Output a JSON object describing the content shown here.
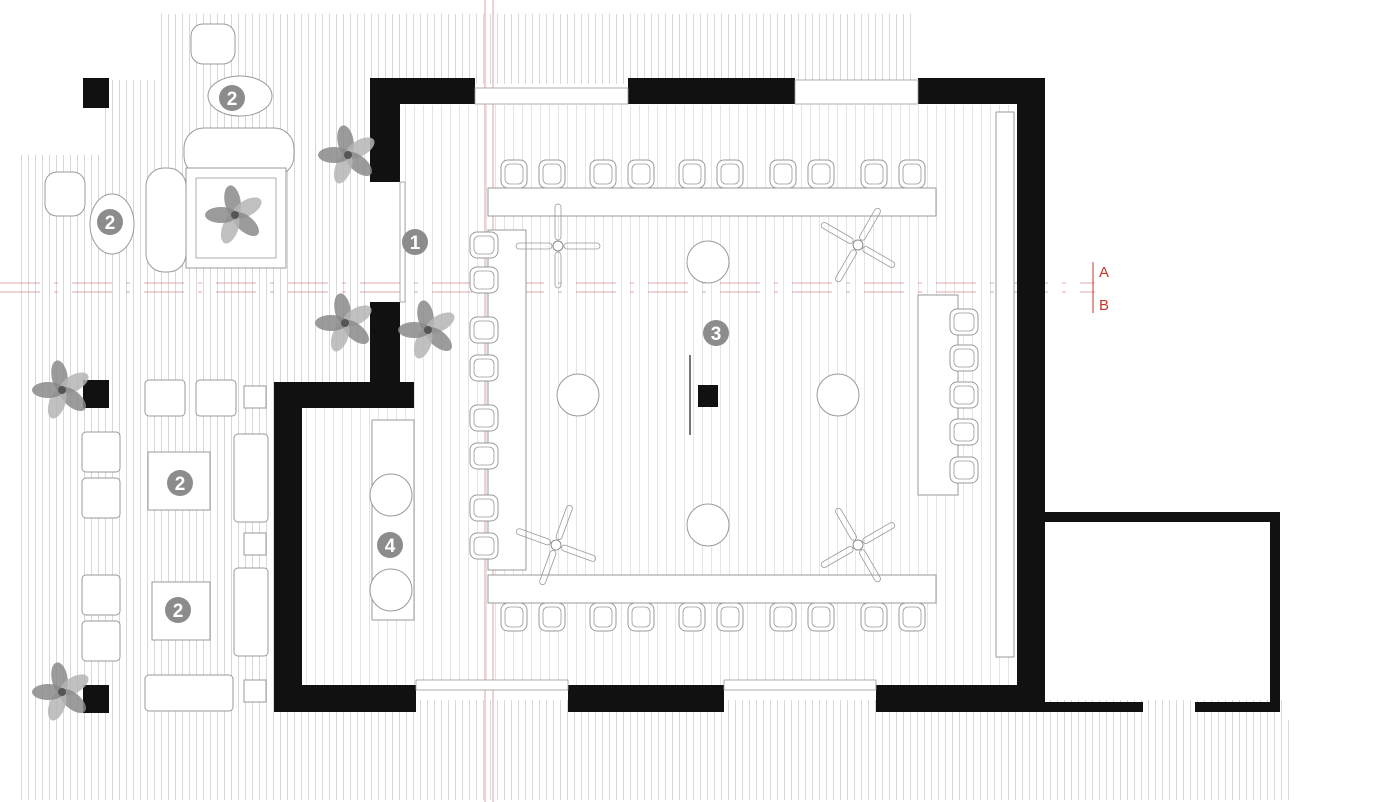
{
  "markers": {
    "entrance": "1",
    "lounge": "2",
    "dining_hall": "3",
    "bar": "4"
  },
  "section_labels": {
    "a": "A",
    "b": "B"
  },
  "colors": {
    "wall": "#111111",
    "marker": "#8c8c8c",
    "axis": "#d98a8a",
    "section_label": "#c0392b",
    "furniture_stroke": "#9a9a9a"
  },
  "icons": [
    "plant-icon",
    "ceiling-fan-icon",
    "armchair-icon",
    "sofa-icon",
    "table-icon",
    "chair-icon"
  ]
}
